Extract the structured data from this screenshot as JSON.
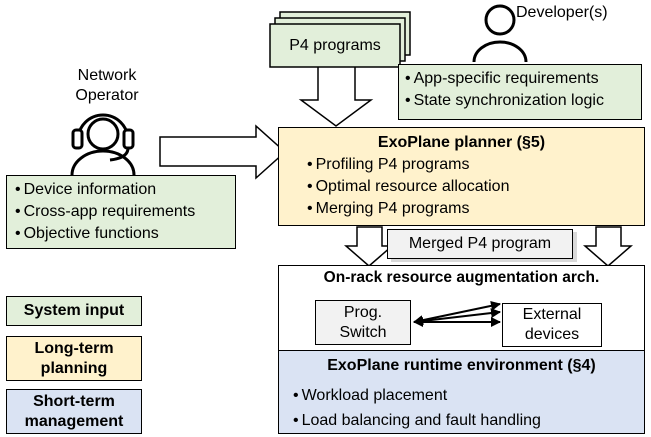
{
  "p4_programs": {
    "label": "P4 programs"
  },
  "developer": {
    "label": "Developer(s)"
  },
  "developer_box": {
    "items": [
      "App-specific requirements",
      "State synchronization logic"
    ]
  },
  "operator": {
    "label_line1": "Network",
    "label_line2": "Operator"
  },
  "operator_box": {
    "items": [
      "Device information",
      "Cross-app requirements",
      "Objective functions"
    ]
  },
  "planner": {
    "title": "ExoPlane planner (§5)",
    "items": [
      "Profiling P4 programs",
      "Optimal resource allocation",
      "Merging P4 programs"
    ]
  },
  "merged": {
    "label": "Merged P4 program"
  },
  "onrack": {
    "title": "On-rack resource augmentation arch.",
    "switch_line1": "Prog.",
    "switch_line2": "Switch",
    "external_line1": "External",
    "external_line2": "devices"
  },
  "runtime": {
    "title": "ExoPlane runtime environment (§4)",
    "items": [
      "Workload placement",
      "Load balancing and fault handling"
    ]
  },
  "legend": {
    "system_input": "System input",
    "long_term_line1": "Long-term",
    "long_term_line2": "planning",
    "short_term_line1": "Short-term",
    "short_term_line2": "management"
  },
  "colors": {
    "input": "#e2efda",
    "planning": "#fff2cc",
    "runtime": "#dae3f3",
    "device": "#f2f2f2"
  }
}
